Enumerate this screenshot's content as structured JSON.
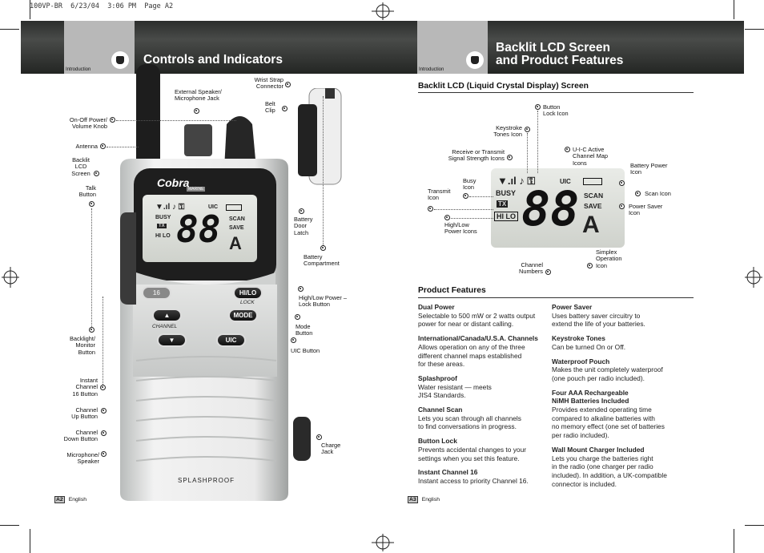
{
  "slug": "100VP-BR  6/23/04  3:06 PM  Page A2",
  "left_page": {
    "section_tab": "Introduction",
    "title": "Controls and Indicators",
    "radio": {
      "brand": "Cobra",
      "brand_sub": "MARINE",
      "lcd_icons": {
        "busy": "BUSY",
        "tx": "TX",
        "hilo": "HI LO",
        "uic": "UIC",
        "scan": "SCAN",
        "save": "SAVE",
        "digits": "88",
        "simplex": "A"
      },
      "buttons": {
        "ch16": "16",
        "hilo": "HI/LO",
        "lock": "LOCK",
        "channel": "CHANNEL",
        "mode": "MODE",
        "uic": "UIC"
      },
      "splashproof": "SPLASHPROOF"
    },
    "labels": {
      "wrist_strap": "Wrist Strap\nConnector",
      "ext_speaker": "External Speaker/\nMicrophone Jack",
      "belt_clip": "Belt\nClip",
      "on_off": "On-Off Power/\nVolume Knob",
      "antenna": "Antenna",
      "backlit_lcd": "Backlit\nLCD\nScreen",
      "talk": "Talk\nButton",
      "battery_door": "Battery\nDoor\nLatch",
      "battery_comp": "Battery\nCompartment",
      "high_low": "High/Low Power –\nLock Button",
      "mode": "Mode\nButton",
      "backlight": "Backlight/\nMonitor\nButton",
      "uic": "UIC Button",
      "instant": "Instant\nChannel\n16 Button",
      "ch_up": "Channel\nUp Button",
      "ch_down": "Channel\nDown Button",
      "mic": "Microphone/\nSpeaker",
      "charge": "Charge\nJack"
    },
    "footer": {
      "page": "A2",
      "lang": "English"
    }
  },
  "right_page": {
    "section_tab": "Introduction",
    "title_line1": "Backlit LCD Screen",
    "title_line2": "and Product Features",
    "lcd_section": "Backlit LCD (Liquid Crystal Display) Screen",
    "lcd_labels": {
      "button_lock": "Button\nLock Icon",
      "keystroke": "Keystroke\nTones Icon",
      "rx_tx": "Receive or Transmit\nSignal Strength Icons",
      "uic_active": "U-I-C Active\nChannel Map\nIcons",
      "battery_power": "Battery Power\nIcon",
      "busy": "Busy\nIcon",
      "transmit": "Transmit\nIcon",
      "scan": "Scan Icon",
      "power_saver": "Power Saver\nIcon",
      "high_low": "High/Low\nPower Icons",
      "simplex": "Simplex\nOperation\nIcon",
      "channel_numbers": "Channel\nNumbers"
    },
    "features_title": "Product Features",
    "features_left": [
      {
        "title": "Dual Power",
        "body": "Selectable to 500 mW or 2 watts output\npower for near or distant calling."
      },
      {
        "title": "International/Canada/U.S.A. Channels",
        "body": "Allows operation on any of the three\ndifferent channel maps established\nfor these areas."
      },
      {
        "title": "Splashproof",
        "body": "Water resistant — meets\nJIS4 Standards."
      },
      {
        "title": "Channel Scan",
        "body": "Lets you scan through all channels\nto find conversations in progress."
      },
      {
        "title": "Button Lock",
        "body": "Prevents accidental changes to your\nsettings when you set this feature."
      },
      {
        "title": "Instant Channel 16",
        "body": "Instant access to priority Channel 16."
      }
    ],
    "features_right": [
      {
        "title": "Power Saver",
        "body": "Uses battery saver circuitry to\nextend the life of your batteries."
      },
      {
        "title": "Keystroke Tones",
        "body": "Can be turned On or Off."
      },
      {
        "title": "Waterproof Pouch",
        "body": "Makes the unit completely waterproof\n(one pouch per radio included)."
      },
      {
        "title": "Four AAA Rechargeable\nNiMH Batteries Included",
        "body": "Provides extended operating time\ncompared to alkaline batteries with\nno memory effect (one set of batteries\nper radio included)."
      },
      {
        "title": "Wall Mount Charger Included",
        "body": "Lets you charge the batteries right\nin the radio (one charger per radio\nincluded). In addition, a UK-compatible\nconnector is included."
      }
    ],
    "footer": {
      "page": "A3",
      "lang": "English"
    }
  }
}
